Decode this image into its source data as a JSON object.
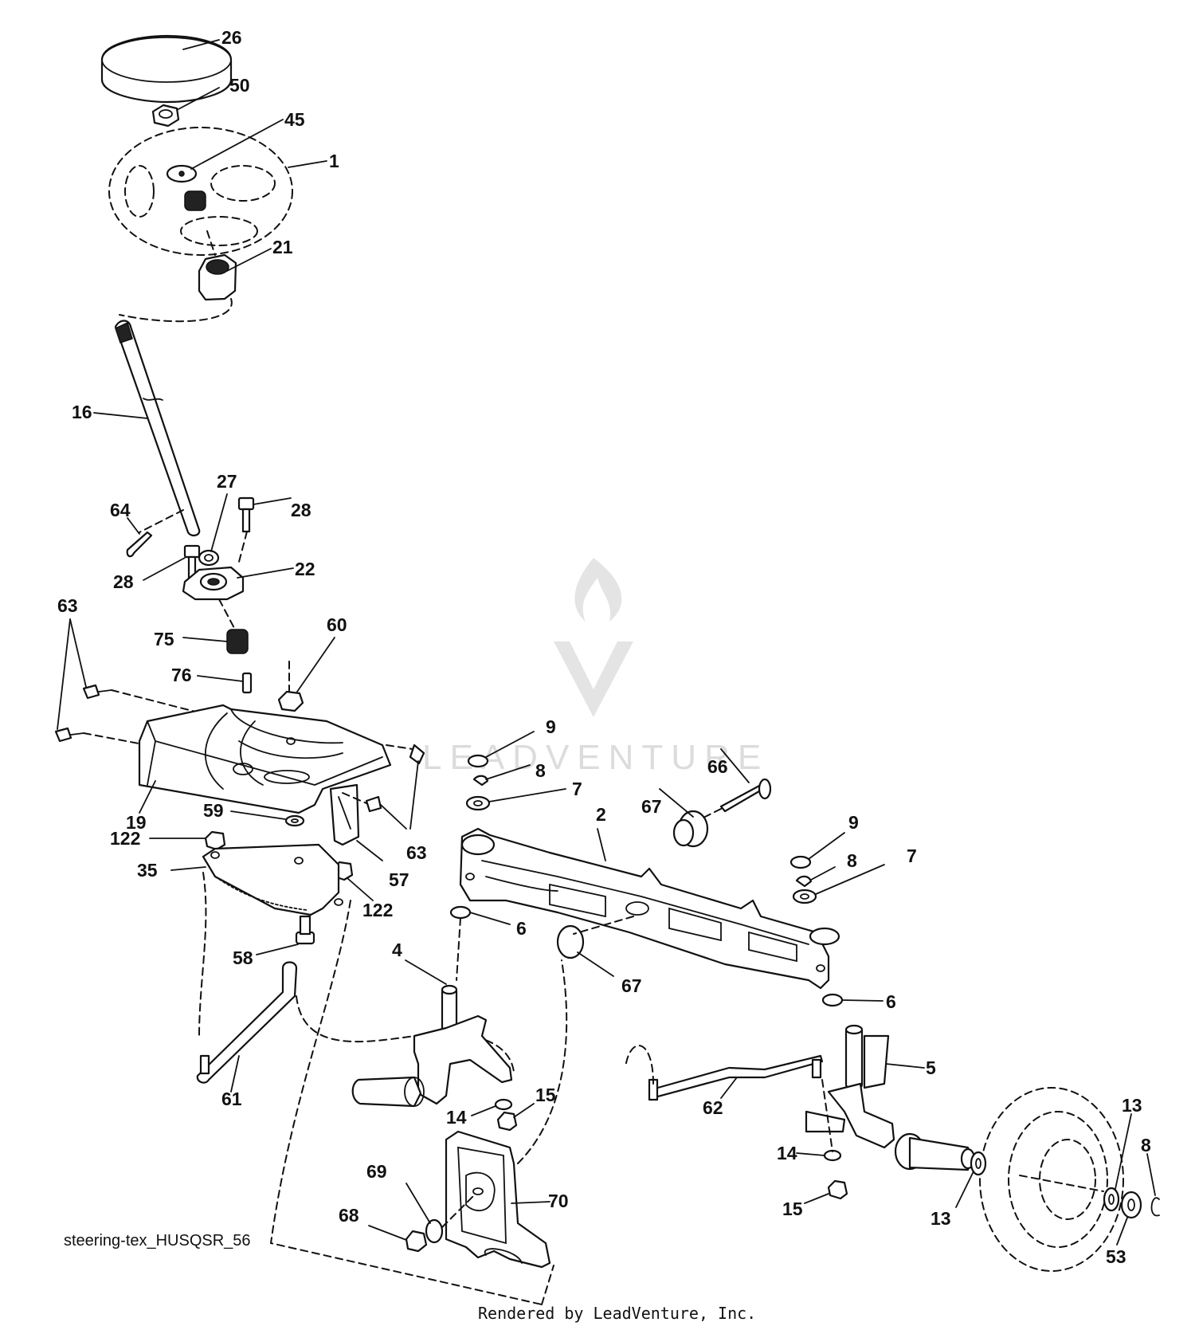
{
  "diagram_id": "steering-tex_HUSQSR_56",
  "footer_credit": "Rendered by LeadVenture, Inc.",
  "watermark": "LEADVENTURE",
  "colors": {
    "ink": "#111111",
    "paper": "#ffffff",
    "watermark": "#dcdcdc"
  },
  "part_labels": {
    "p26": "26",
    "p50": "50",
    "p45": "45",
    "p1": "1",
    "p21": "21",
    "p16": "16",
    "p64": "64",
    "p27": "27",
    "p28a": "28",
    "p28b": "28",
    "p22": "22",
    "p63a": "63",
    "p75": "75",
    "p76": "76",
    "p60": "60",
    "p19": "19",
    "p59": "59",
    "p63b": "63",
    "p57": "57",
    "p122a": "122",
    "p122b": "122",
    "p35": "35",
    "p58": "58",
    "p61": "61",
    "p9a": "9",
    "p8a": "8",
    "p7a": "7",
    "p2": "2",
    "p67a": "67",
    "p66": "66",
    "p9b": "9",
    "p8b": "8",
    "p7b": "7",
    "p6a": "6",
    "p67b": "67",
    "p4": "4",
    "p6b": "6",
    "p5": "5",
    "p62": "62",
    "p14a": "14",
    "p15a": "15",
    "p69": "69",
    "p70": "70",
    "p68": "68",
    "p14b": "14",
    "p15b": "15",
    "p13a": "13",
    "p13b": "13",
    "p8c": "8",
    "p53": "53"
  }
}
